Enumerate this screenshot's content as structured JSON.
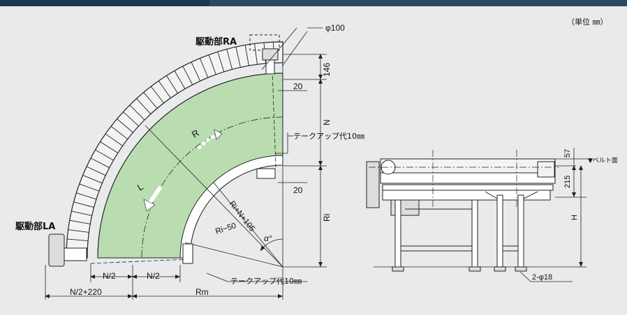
{
  "header": {
    "unit_note": "（単位 ㎜）"
  },
  "labels": {
    "drive_ra": "駆動部RA",
    "drive_la": "駆動部LA",
    "phi100": "φ100",
    "dim_146": "146",
    "dim_20_top": "20",
    "dim_n": "N",
    "takeup_top": "テークアップ代10㎜",
    "dim_20_mid": "20",
    "dim_ri": "Ri",
    "curve_r": "R",
    "curve_l": "L",
    "ri_n_105": "Ri+N+105",
    "ri_50": "Ri−50",
    "alpha": "α°",
    "n_half_1": "N/2",
    "n_half_2": "N/2",
    "takeup_bottom": "テークアップ代10㎜",
    "n_half_220": "N/2+220",
    "rm": "Rm",
    "dim_57": "57",
    "belt_surface": "▼ベルト面",
    "dim_215": "215",
    "dim_h": "H",
    "holes": "2-φ18"
  },
  "colors": {
    "belt_fill": "#b9dcb1",
    "background": "#e9eaeb",
    "header_bar": "#2b4762",
    "line": "#222222"
  }
}
